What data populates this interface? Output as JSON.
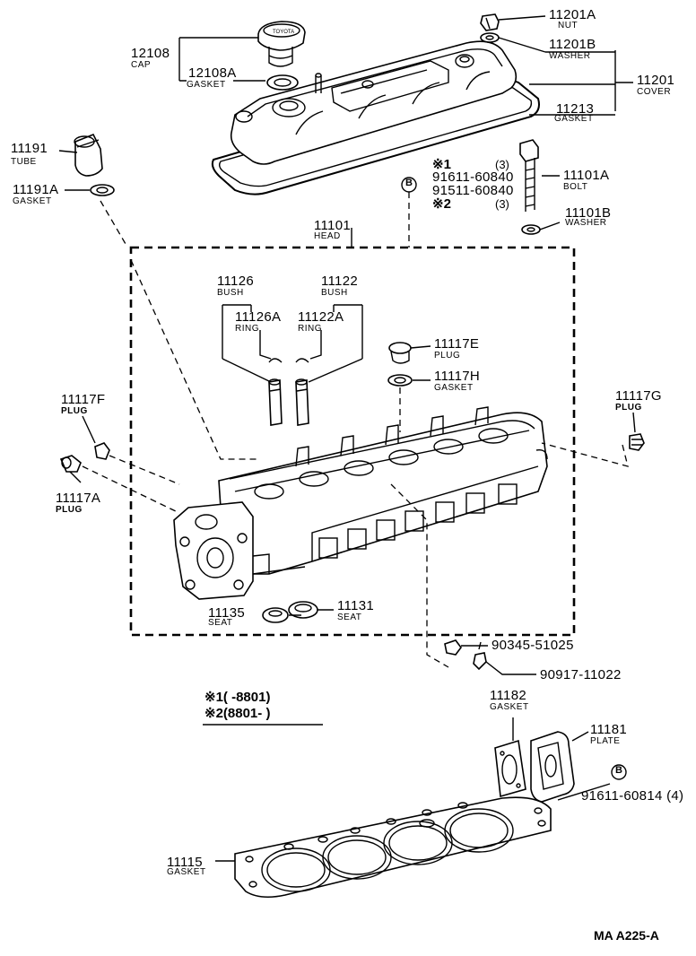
{
  "parts": [
    {
      "id": "p11201A",
      "number": "11201A",
      "name": "NUT"
    },
    {
      "id": "p11201B",
      "number": "11201B",
      "name": "WASHER"
    },
    {
      "id": "p11201",
      "number": "11201",
      "name": "COVER"
    },
    {
      "id": "p11213",
      "number": "11213",
      "name": "GASKET"
    },
    {
      "id": "p12108",
      "number": "12108",
      "name": "CAP"
    },
    {
      "id": "p12108A",
      "number": "12108A",
      "name": "GASKET"
    },
    {
      "id": "p11191",
      "number": "11191",
      "name": "TUBE"
    },
    {
      "id": "p11191A",
      "number": "11191A",
      "name": "GASKET"
    },
    {
      "id": "p11101A",
      "number": "11101A",
      "name": "BOLT"
    },
    {
      "id": "p11101B",
      "number": "11101B",
      "name": "WASHER"
    },
    {
      "id": "p11101",
      "number": "11101",
      "name": "HEAD"
    },
    {
      "id": "p11126",
      "number": "11126",
      "name": "BUSH"
    },
    {
      "id": "p11122",
      "number": "11122",
      "name": "BUSH"
    },
    {
      "id": "p11126A",
      "number": "11126A",
      "name": "RING"
    },
    {
      "id": "p11122A",
      "number": "11122A",
      "name": "RING"
    },
    {
      "id": "p11117E",
      "number": "11117E",
      "name": "PLUG"
    },
    {
      "id": "p11117H",
      "number": "11117H",
      "name": "GASKET"
    },
    {
      "id": "p11117F",
      "number": "11117F",
      "name": "PLUG"
    },
    {
      "id": "p11117G",
      "number": "11117G",
      "name": "PLUG"
    },
    {
      "id": "p11117A",
      "number": "11117A",
      "name": "PLUG"
    },
    {
      "id": "p11135",
      "number": "11135",
      "name": "SEAT"
    },
    {
      "id": "p11131",
      "number": "11131",
      "name": "SEAT"
    },
    {
      "id": "p11182",
      "number": "11182",
      "name": "GASKET"
    },
    {
      "id": "p11181",
      "number": "11181",
      "name": "PLATE"
    },
    {
      "id": "p11115",
      "number": "11115",
      "name": "GASKET"
    }
  ],
  "bolt_variants": [
    {
      "mark": "※1",
      "number": "91611-60840",
      "qty": "(3)"
    },
    {
      "mark": "",
      "number": "91511-60840",
      "qty": ""
    },
    {
      "mark": "※2",
      "number": "",
      "qty": "(3)"
    }
  ],
  "ref_marker": "B",
  "plain_parts": {
    "p90345": "90345-51025",
    "p90917": "90917-11022",
    "p91611": "91611-60814 (4)"
  },
  "notes": {
    "n1": "※1(     -8801)",
    "n2": "※2(8801-     )"
  },
  "diagram_code": "MA  A225-A"
}
